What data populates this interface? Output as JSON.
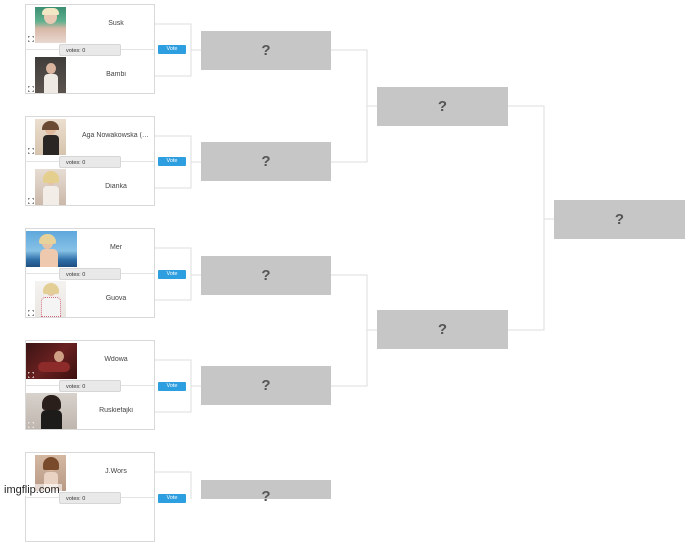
{
  "matchups": [
    {
      "top": {
        "name": "Susk"
      },
      "bottom": {
        "name": "Bambi"
      },
      "votes": "votes: 0",
      "vote_label": "Vote"
    },
    {
      "top": {
        "name": "Aga Nowakowska (M..."
      },
      "bottom": {
        "name": "Dianka"
      },
      "votes": "votes: 0",
      "vote_label": "Vote"
    },
    {
      "top": {
        "name": "Mer"
      },
      "bottom": {
        "name": "Guova"
      },
      "votes": "votes: 0",
      "vote_label": "Vote"
    },
    {
      "top": {
        "name": "Wdowa"
      },
      "bottom": {
        "name": "Ruskiefajki"
      },
      "votes": "votes: 0",
      "vote_label": "Vote"
    },
    {
      "top": {
        "name": "J.Wors"
      },
      "bottom": {
        "name": ""
      },
      "votes": "votes: 0",
      "vote_label": "Vote"
    }
  ],
  "placeholder": "?",
  "watermark": "imgflip.com",
  "colors": {
    "vote_button": "#2d9ee0",
    "placeholder_box": "#c6c6c6",
    "connector": "#dddddd"
  },
  "icons": {
    "expand": "expand-icon"
  }
}
